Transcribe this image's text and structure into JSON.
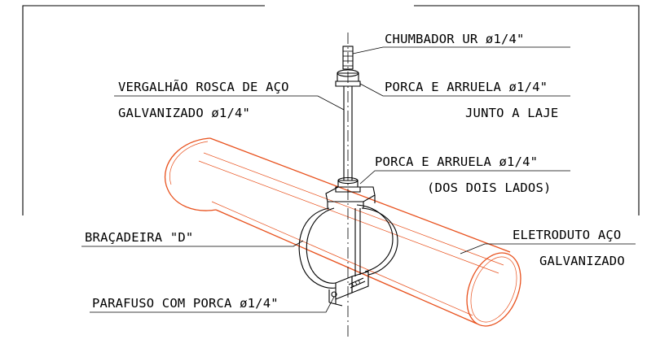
{
  "labels": {
    "chumbador": "CHUMBADOR UR ø1/4\"",
    "vergalhao_l1": "VERGALHÃO ROSCA DE AÇO",
    "vergalhao_l2": "GALVANIZADO ø1/4\"",
    "porca_laje_l1": "PORCA E ARRUELA ø1/4\"",
    "porca_laje_l2": "JUNTO A LAJE",
    "porca_lados_l1": "PORCA E ARRUELA ø1/4\"",
    "porca_lados_l2": "(DOS DOIS LADOS)",
    "bracadeira": "BRAÇADEIRA \"D\"",
    "eletroduto_l1": "ELETRODUTO AÇO",
    "eletroduto_l2": "GALVANIZADO",
    "parafuso": "PARAFUSO COM PORCA ø1/4\""
  },
  "colors": {
    "pipe": "#e8501c",
    "line": "#000000",
    "background": "#ffffff"
  }
}
